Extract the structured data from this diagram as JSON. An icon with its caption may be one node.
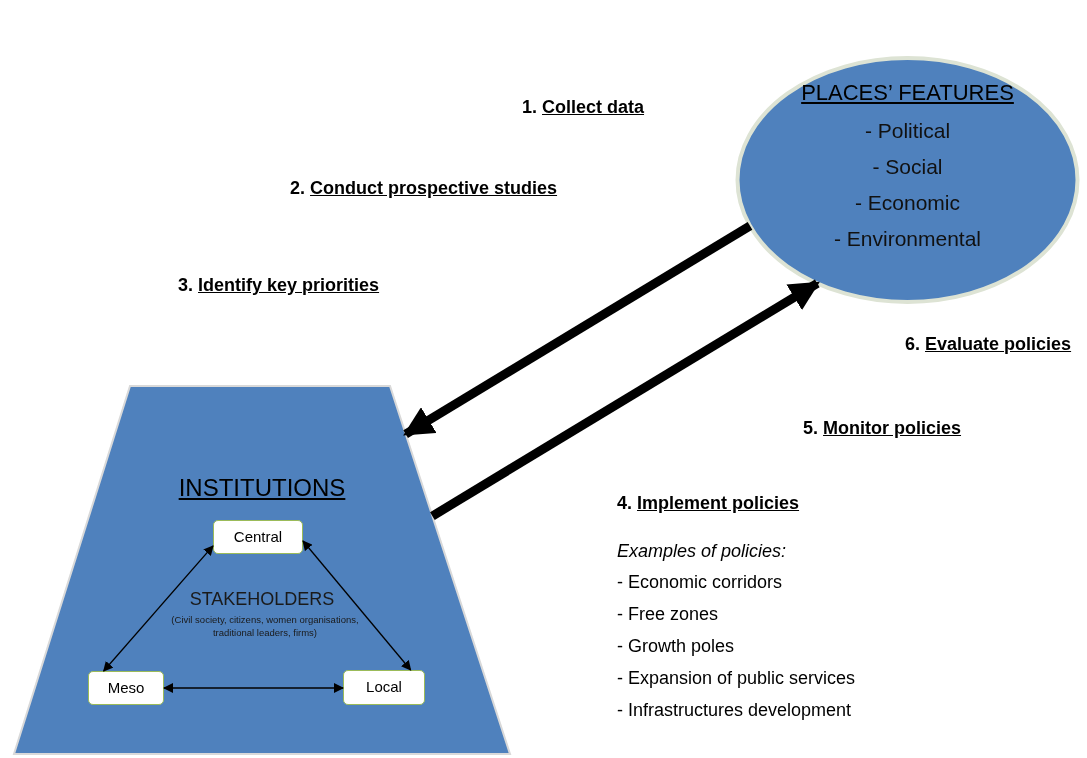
{
  "diagram": {
    "nodes": [
      {
        "text": [
          "PLACES’ FEATURES",
          "- Political",
          "- Social",
          "- Economic",
          "- Environmental"
        ]
      },
      {
        "text": [
          "INSTITUTIONS",
          "STAKEHOLDERS",
          "(Civil society, citizens, women organisations, traditional leaders, firms)"
        ]
      },
      {
        "text": [
          "Central"
        ],
        "in": 1
      },
      {
        "text": [
          "Meso"
        ],
        "in": 1
      },
      {
        "text": [
          "Local"
        ],
        "in": 1
      }
    ],
    "edges": [
      {
        "from": 0,
        "to": 1,
        "arrow": "to",
        "style": "thick"
      },
      {
        "from": 1,
        "to": 0,
        "arrow": "to",
        "style": "thick"
      },
      {
        "from": 2,
        "to": 3,
        "arrow": "both"
      },
      {
        "from": 2,
        "to": 4,
        "arrow": "both"
      },
      {
        "from": 3,
        "to": 4,
        "arrow": "both"
      }
    ],
    "labels": [
      "1. Collect data",
      "2. Conduct prospective studies",
      "3. Identify key priorities",
      "6. Evaluate policies",
      "5. Monitor policies",
      "4. Implement policies",
      "Examples of policies:",
      "- Economic corridors",
      "- Free zones",
      "- Growth poles",
      "- Expansion of public services",
      "- Infrastructures development"
    ]
  }
}
